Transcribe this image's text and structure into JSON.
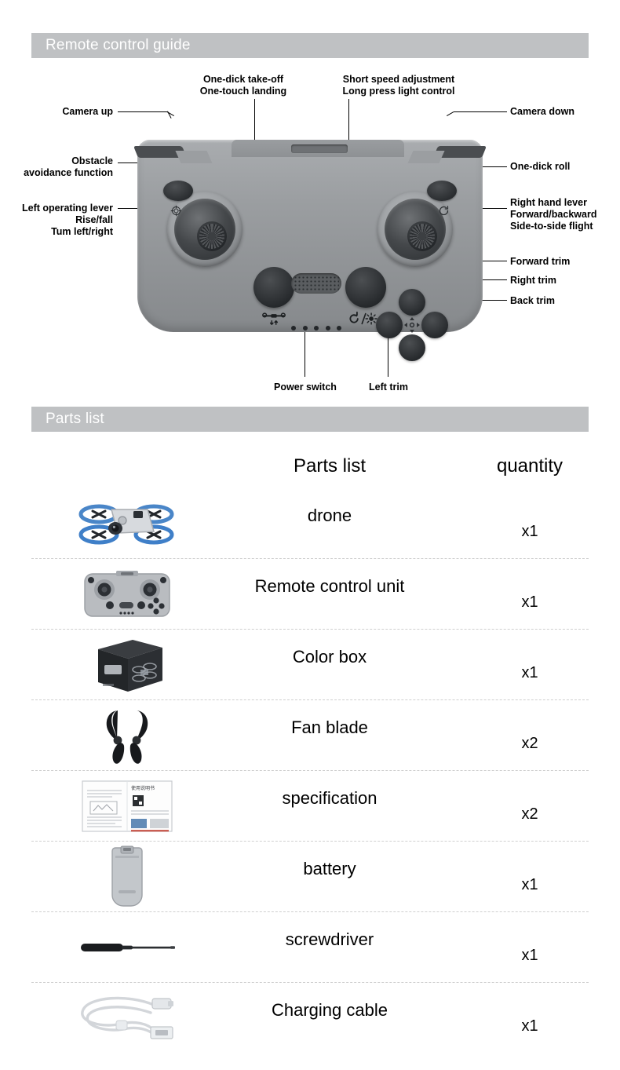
{
  "sections": {
    "remote_guide": {
      "title": "Remote control guide"
    },
    "parts_list": {
      "title": "Parts list"
    }
  },
  "remote_annotations": {
    "top_left": {
      "line1": "One-dick take-off",
      "line2": "One-touch landing"
    },
    "top_right": {
      "line1": "Short speed adjustment",
      "line2": "Long press light control"
    },
    "camera_up": "Camera up",
    "camera_down": "Camera down",
    "obstacle": {
      "line1": "Obstacle",
      "line2": "avoidance function"
    },
    "one_click_roll": "One-dick roll",
    "left_lever": {
      "line1": "Left operating lever",
      "line2": "Rise/fall",
      "line3": "Tum left/right"
    },
    "right_lever": {
      "line1": "Right hand lever",
      "line2": "Forward/backward",
      "line3": "Side-to-side flight"
    },
    "forward_trim": "Forward trim",
    "right_trim": "Right trim",
    "back_trim": "Back trim",
    "power_switch": "Power switch",
    "left_trim": "Left trim"
  },
  "parts_table": {
    "columns": {
      "name": "Parts list",
      "quantity": "quantity"
    },
    "rows": [
      {
        "thumb": "drone-icon",
        "name": "drone",
        "quantity": "x1"
      },
      {
        "thumb": "remote-control-icon",
        "name": "Remote control unit",
        "quantity": "x1"
      },
      {
        "thumb": "color-box-icon",
        "name": "Color box",
        "quantity": "x1"
      },
      {
        "thumb": "fan-blade-icon",
        "name": "Fan blade",
        "quantity": "x2"
      },
      {
        "thumb": "specification-icon",
        "name": "specification",
        "quantity": "x2"
      },
      {
        "thumb": "battery-icon",
        "name": "battery",
        "quantity": "x1"
      },
      {
        "thumb": "screwdriver-icon",
        "name": "screwdriver",
        "quantity": "x1"
      },
      {
        "thumb": "charging-cable-icon",
        "name": "Charging cable",
        "quantity": "x1"
      }
    ]
  },
  "colors": {
    "section_bar": "#bfc1c3",
    "section_title": "#ffffff",
    "body_grey": "#9b9ea1",
    "button_dark": "#232629",
    "divider": "#cfcfcf",
    "drone_accent_blue": "#3f7fc8"
  }
}
